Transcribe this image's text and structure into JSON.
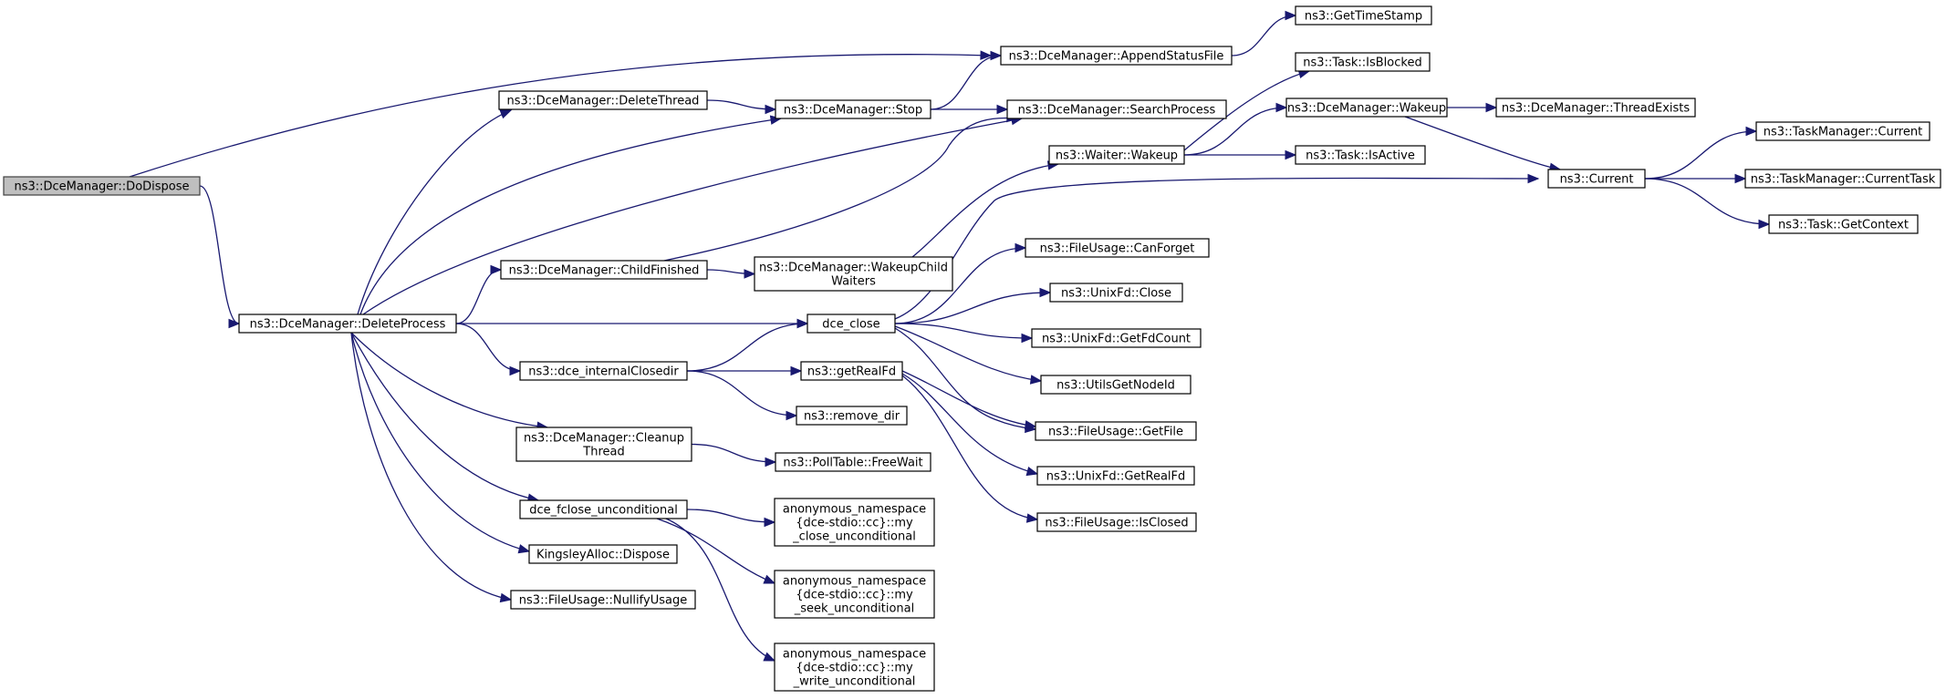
{
  "colors": {
    "edge": "#191970",
    "root_fill": "#bfbfbf",
    "node_fill": "#ffffff",
    "node_border": "#000000"
  },
  "nodes": [
    {
      "id": "dodispose",
      "lines": [
        "ns3::DceManager::DoDispose"
      ],
      "root": true
    },
    {
      "id": "deleteprocess",
      "lines": [
        "ns3::DceManager::DeleteProcess"
      ]
    },
    {
      "id": "deletethread",
      "lines": [
        "ns3::DceManager::DeleteThread"
      ]
    },
    {
      "id": "childfinished",
      "lines": [
        "ns3::DceManager::ChildFinished"
      ]
    },
    {
      "id": "internalclosedir",
      "lines": [
        "ns3::dce_internalClosedir"
      ]
    },
    {
      "id": "cleanupthread",
      "lines": [
        "ns3::DceManager::Cleanup",
        "Thread"
      ]
    },
    {
      "id": "fcloseuncond",
      "lines": [
        "dce_fclose_unconditional"
      ]
    },
    {
      "id": "kingsley",
      "lines": [
        "KingsleyAlloc::Dispose"
      ]
    },
    {
      "id": "nullifyusage",
      "lines": [
        "ns3::FileUsage::NullifyUsage"
      ]
    },
    {
      "id": "stop",
      "lines": [
        "ns3::DceManager::Stop"
      ]
    },
    {
      "id": "wakeupchild",
      "lines": [
        "ns3::DceManager::WakeupChild",
        "Waiters"
      ]
    },
    {
      "id": "dceclose",
      "lines": [
        "dce_close"
      ]
    },
    {
      "id": "getrealfd",
      "lines": [
        "ns3::getRealFd"
      ]
    },
    {
      "id": "removedir",
      "lines": [
        "ns3::remove_dir"
      ]
    },
    {
      "id": "freewait",
      "lines": [
        "ns3::PollTable::FreeWait"
      ]
    },
    {
      "id": "myclose",
      "lines": [
        "anonymous_namespace",
        "{dce-stdio::cc}::my",
        "_close_unconditional"
      ]
    },
    {
      "id": "myseek",
      "lines": [
        "anonymous_namespace",
        "{dce-stdio::cc}::my",
        "_seek_unconditional"
      ]
    },
    {
      "id": "mywrite",
      "lines": [
        "anonymous_namespace",
        "{dce-stdio::cc}::my",
        "_write_unconditional"
      ]
    },
    {
      "id": "appendstatus",
      "lines": [
        "ns3::DceManager::AppendStatusFile"
      ]
    },
    {
      "id": "searchprocess",
      "lines": [
        "ns3::DceManager::SearchProcess"
      ]
    },
    {
      "id": "waiterwakeup",
      "lines": [
        "ns3::Waiter::Wakeup"
      ]
    },
    {
      "id": "canforget",
      "lines": [
        "ns3::FileUsage::CanForget"
      ]
    },
    {
      "id": "unixclose",
      "lines": [
        "ns3::UnixFd::Close"
      ]
    },
    {
      "id": "getfdcount",
      "lines": [
        "ns3::UnixFd::GetFdCount"
      ]
    },
    {
      "id": "utilsnodeid",
      "lines": [
        "ns3::UtilsGetNodeId"
      ]
    },
    {
      "id": "getfile",
      "lines": [
        "ns3::FileUsage::GetFile"
      ]
    },
    {
      "id": "unixgetrealfd",
      "lines": [
        "ns3::UnixFd::GetRealFd"
      ]
    },
    {
      "id": "isclosed",
      "lines": [
        "ns3::FileUsage::IsClosed"
      ]
    },
    {
      "id": "gettimestamp",
      "lines": [
        "ns3::GetTimeStamp"
      ]
    },
    {
      "id": "isblocked",
      "lines": [
        "ns3::Task::IsBlocked"
      ]
    },
    {
      "id": "mgrwakeup",
      "lines": [
        "ns3::DceManager::Wakeup"
      ]
    },
    {
      "id": "isactive",
      "lines": [
        "ns3::Task::IsActive"
      ]
    },
    {
      "id": "threadexists",
      "lines": [
        "ns3::DceManager::ThreadExists"
      ]
    },
    {
      "id": "current",
      "lines": [
        "ns3::Current"
      ]
    },
    {
      "id": "tmcurrent",
      "lines": [
        "ns3::TaskManager::Current"
      ]
    },
    {
      "id": "tmcurrenttask",
      "lines": [
        "ns3::TaskManager::CurrentTask"
      ]
    },
    {
      "id": "getcontext",
      "lines": [
        "ns3::Task::GetContext"
      ]
    }
  ],
  "edges": [
    [
      "dodispose",
      "appendstatus"
    ],
    [
      "dodispose",
      "deleteprocess"
    ],
    [
      "deleteprocess",
      "deletethread"
    ],
    [
      "deleteprocess",
      "stop"
    ],
    [
      "deleteprocess",
      "searchprocess"
    ],
    [
      "deleteprocess",
      "childfinished"
    ],
    [
      "deleteprocess",
      "dceclose"
    ],
    [
      "deleteprocess",
      "internalclosedir"
    ],
    [
      "deleteprocess",
      "cleanupthread"
    ],
    [
      "deleteprocess",
      "fcloseuncond"
    ],
    [
      "deleteprocess",
      "kingsley"
    ],
    [
      "deleteprocess",
      "nullifyusage"
    ],
    [
      "deletethread",
      "stop"
    ],
    [
      "stop",
      "appendstatus"
    ],
    [
      "stop",
      "searchprocess"
    ],
    [
      "appendstatus",
      "gettimestamp"
    ],
    [
      "childfinished",
      "searchprocess"
    ],
    [
      "childfinished",
      "wakeupchild"
    ],
    [
      "wakeupchild",
      "waiterwakeup"
    ],
    [
      "waiterwakeup",
      "isblocked"
    ],
    [
      "waiterwakeup",
      "mgrwakeup"
    ],
    [
      "waiterwakeup",
      "isactive"
    ],
    [
      "mgrwakeup",
      "threadexists"
    ],
    [
      "mgrwakeup",
      "current"
    ],
    [
      "current",
      "tmcurrent"
    ],
    [
      "current",
      "tmcurrenttask"
    ],
    [
      "current",
      "getcontext"
    ],
    [
      "internalclosedir",
      "dceclose"
    ],
    [
      "internalclosedir",
      "getrealfd"
    ],
    [
      "internalclosedir",
      "removedir"
    ],
    [
      "dceclose",
      "current"
    ],
    [
      "dceclose",
      "canforget"
    ],
    [
      "dceclose",
      "unixclose"
    ],
    [
      "dceclose",
      "getfdcount"
    ],
    [
      "dceclose",
      "utilsnodeid"
    ],
    [
      "dceclose",
      "getfile"
    ],
    [
      "getrealfd",
      "getfile"
    ],
    [
      "getrealfd",
      "unixgetrealfd"
    ],
    [
      "getrealfd",
      "isclosed"
    ],
    [
      "cleanupthread",
      "freewait"
    ],
    [
      "fcloseuncond",
      "myclose"
    ],
    [
      "fcloseuncond",
      "myseek"
    ],
    [
      "fcloseuncond",
      "mywrite"
    ]
  ]
}
